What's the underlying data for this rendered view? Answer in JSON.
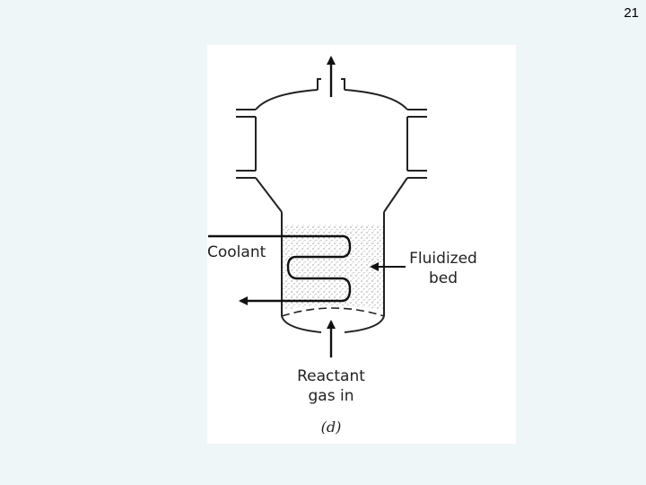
{
  "slide": {
    "page_number": "21"
  },
  "diagram": {
    "labels": {
      "coolant": "Coolant",
      "fluidized_line1": "Fluidized",
      "fluidized_line2": "bed",
      "reactant_line1": "Reactant",
      "reactant_line2": "gas in",
      "caption": "(d)"
    }
  }
}
